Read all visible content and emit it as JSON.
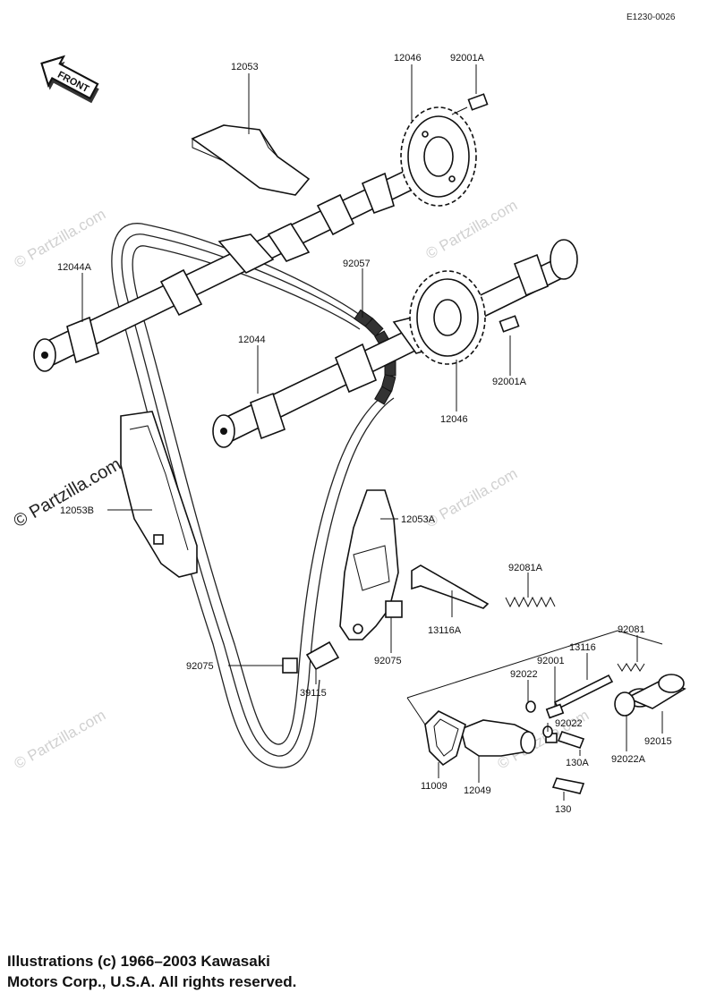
{
  "diagram_code": "E1230-0026",
  "front_label": "FRONT",
  "watermark": "© Partzilla.com",
  "labels": {
    "p12053": "12053",
    "p12046_top": "12046",
    "p92001A_top": "92001A",
    "p12044A": "12044A",
    "p92057": "92057",
    "p12044": "12044",
    "p92001A_right": "92001A",
    "p12046_bottom": "12046",
    "p12053B": "12053B",
    "p12053A": "12053A",
    "p92081A": "92081A",
    "p13116A": "13116A",
    "p92075_left": "92075",
    "p92075_right": "92075",
    "p39115": "39115",
    "p92081": "92081",
    "p13116": "13116",
    "p92001": "92001",
    "p92022_top": "92022",
    "p92022_mid": "92022",
    "p92015": "92015",
    "p92022A": "92022A",
    "p130A": "130A",
    "p11009": "11009",
    "p12049": "12049",
    "p130": "130"
  },
  "copyright": {
    "line1": "Illustrations (c) 1966–2003 Kawasaki",
    "line2": "Motors Corp., U.S.A.  All rights reserved."
  }
}
